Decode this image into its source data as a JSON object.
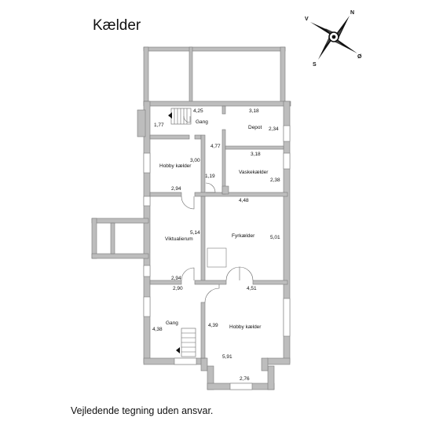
{
  "title": "Kælder",
  "disclaimer": "Vejledende tegning uden ansvar.",
  "compass": {
    "n": "N",
    "s": "S",
    "v": "V",
    "o": "Ø"
  },
  "rooms": {
    "gang_top": "Gang",
    "depot": "Depot",
    "hobby_top": "Hobby kælder",
    "vaskekaelder": "Vaskekælder",
    "viktualierum": "Viktualierum",
    "fyrkaelder": "Fyrkælder",
    "gang_bottom": "Gang",
    "hobby_bottom": "Hobby kælder"
  },
  "dimensions": {
    "d425": "4,25",
    "d318a": "3,18",
    "d177": "1,77",
    "d234": "2,34",
    "d477": "4,77",
    "d318b": "3,18",
    "d300": "3,00",
    "d119": "1,19",
    "d238": "2,38",
    "d294a": "2,94",
    "d448": "4,48",
    "d514": "5,14",
    "d501": "5,01",
    "d294b": "2,94",
    "d290": "2,90",
    "d451": "4,51",
    "d438": "4,38",
    "d439": "4,39",
    "d591": "5,91",
    "d276": "2,76"
  }
}
